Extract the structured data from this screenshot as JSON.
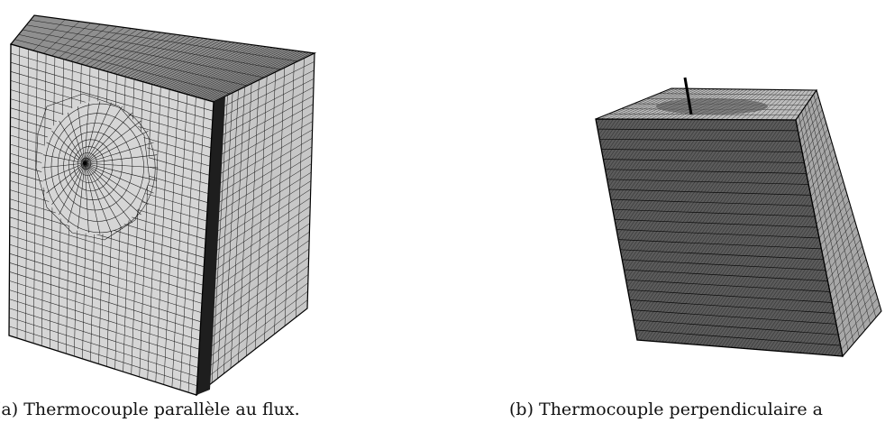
{
  "figure": {
    "subfigures": [
      {
        "label": "(a)",
        "caption": "(a) Thermocouple parallèle au flux."
      },
      {
        "label": "(b)",
        "caption": "(b) Thermocouple perpendiculaire a"
      }
    ]
  }
}
